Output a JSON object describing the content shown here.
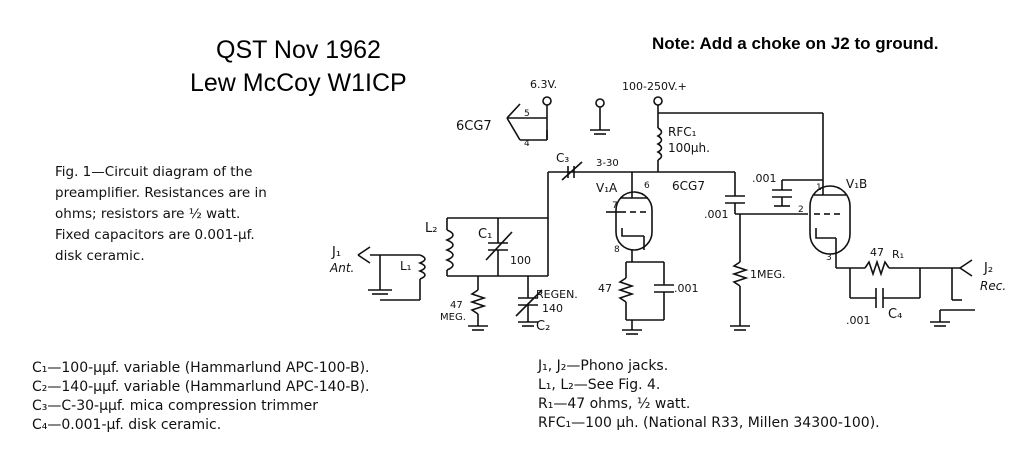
{
  "header": {
    "title_line1": "QST Nov 1962",
    "title_line2": "Lew McCoy W1ICP",
    "note": "Note: Add a choke on J2 to ground."
  },
  "caption": [
    "Fig. 1—Circuit diagram of the",
    "preamplifier. Resistances are in",
    "ohms; resistors are ½ watt.",
    "Fixed capacitors are 0.001-µf.",
    "disk ceramic."
  ],
  "parts_left": [
    "C₁—100-µµf. variable (Hammarlund APC-100-B).",
    "C₂—140-µµf. variable (Hammarlund APC-140-B).",
    "C₃—C-30-µµf. mica compression trimmer",
    "C₄—0.001-µf. disk ceramic."
  ],
  "parts_right": [
    "J₁, J₂—Phono jacks.",
    "L₁, L₂—See Fig. 4.",
    "R₁—47 ohms, ½ watt.",
    "RFC₁—100 µh. (National R33, Millen 34300-100)."
  ],
  "labels": {
    "supply_6v": "6.3V.",
    "supply_b": "100-250V.+",
    "tube_heater": "6CG7",
    "pin5": "5",
    "pin4": "4",
    "rfc": "RFC₁",
    "rfc_value": "100µh.",
    "c3": "C₃",
    "c3_value": "3-30",
    "v1a": "V₁A",
    "v1b": "V₁B",
    "pin6": "6",
    "pin7": "7",
    "pin8": "8",
    "pin1": "1",
    "pin2": "2",
    "pin3": "3",
    "tube_type": "6CG7",
    "cap_001_a": ".001",
    "cap_001_b": ".001",
    "cap_001_c": ".001",
    "cap_001_d": ".001",
    "l2": "L₂",
    "c1": "C₁",
    "c1_value": "100",
    "j1": "J₁",
    "ant": "Ant.",
    "l1": "L₁",
    "r47_label": "47",
    "r47_unit": "MEG.",
    "regen": "REGEN.",
    "regen_value": "140",
    "c2": "C₂",
    "r47_cathode": "47",
    "r1meg": "1MEG.",
    "r1_value": "47",
    "r1": "R₁",
    "c4": "C₄",
    "j2": "J₂",
    "rec": "Rec."
  }
}
